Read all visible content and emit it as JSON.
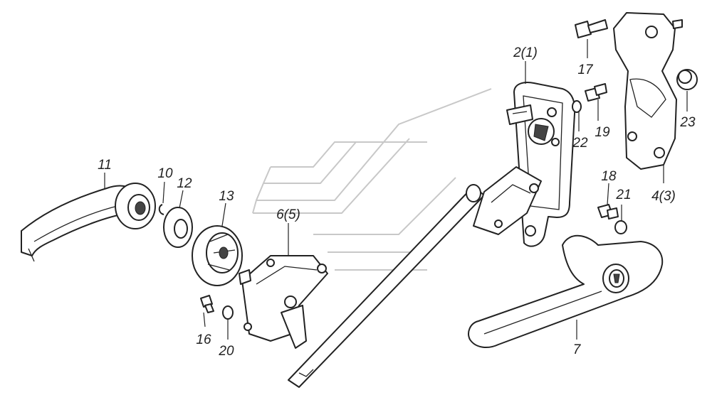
{
  "labels": [
    "11",
    "10",
    "12",
    "13",
    "6(5)",
    "16",
    "20",
    "2(1)",
    "17",
    "22",
    "19",
    "23",
    "4(3)",
    "18",
    "21",
    "7"
  ]
}
